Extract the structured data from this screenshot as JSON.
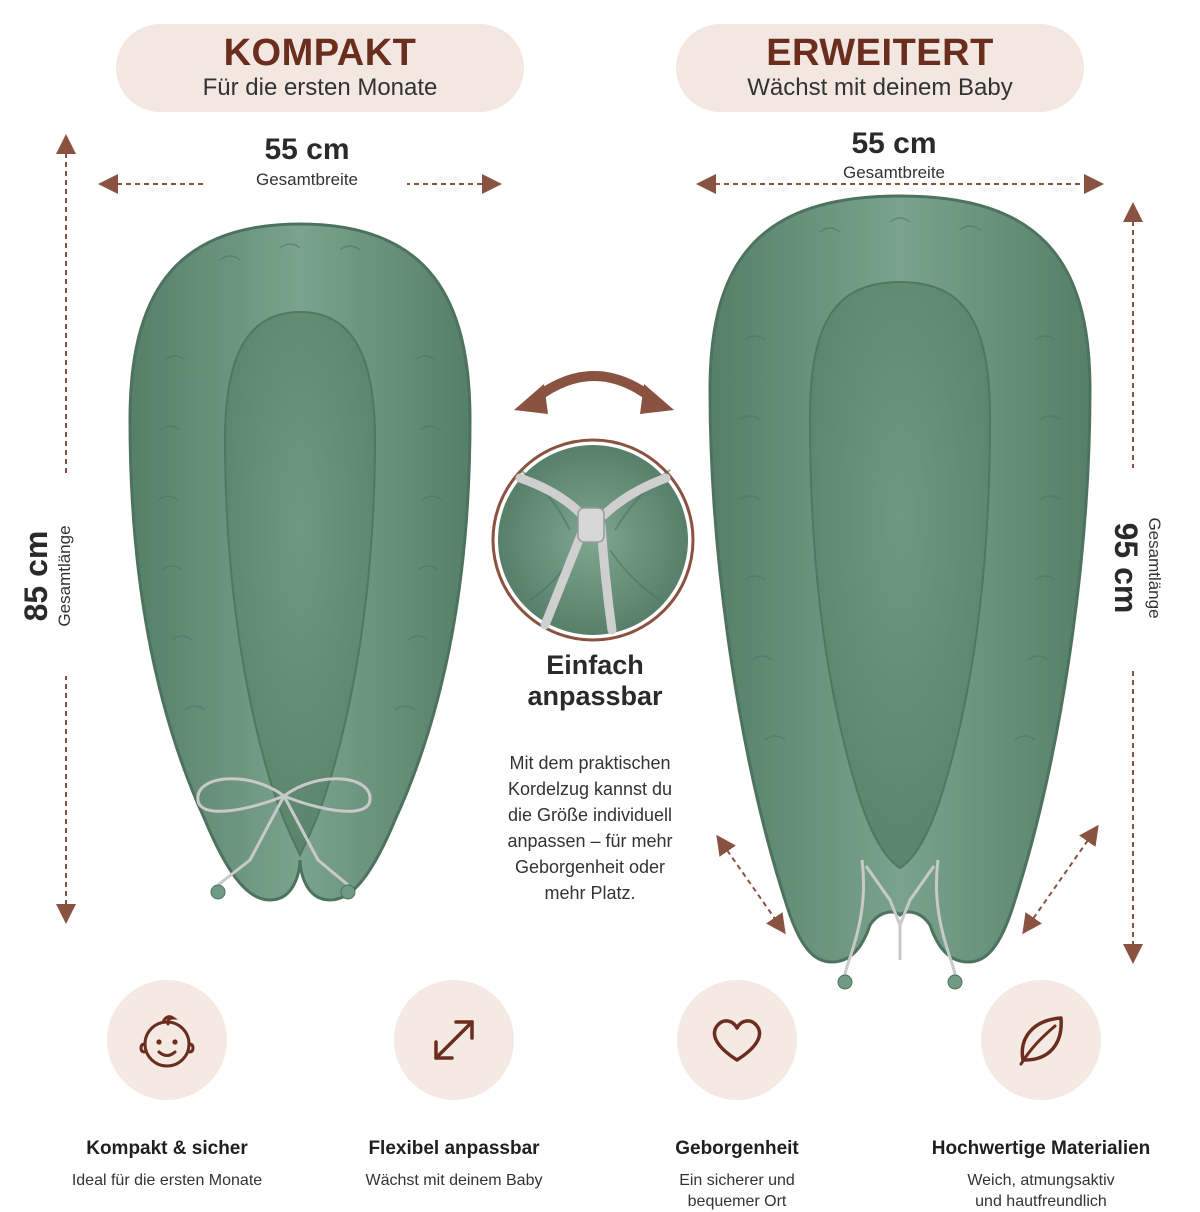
{
  "left_header": {
    "title": "KOMPAKT",
    "subtitle": "Für die ersten Monate"
  },
  "right_header": {
    "title": "ERWEITERT",
    "subtitle": "Wächst mit deinem Baby"
  },
  "left_width": {
    "value": "55 cm",
    "label": "Gesamtbreite"
  },
  "right_width": {
    "value": "55 cm",
    "label": "Gesamtbreite"
  },
  "left_length": {
    "value": "85 cm",
    "label": "Gesamtlänge"
  },
  "right_length": {
    "value": "95 cm",
    "label": "Gesamtlänge"
  },
  "center": {
    "title_line1": "Einfach",
    "title_line2": "anpassbar",
    "body_lines": [
      "Mit dem praktischen",
      "Kordelzug kannst du",
      "die Größe individuell",
      "anpassen – für mehr",
      "Geborgenheit oder",
      "mehr Platz."
    ]
  },
  "features": [
    {
      "icon": "baby-face-icon",
      "title": "Kompakt & sicher",
      "lines": [
        "Ideal für die ersten Monate"
      ]
    },
    {
      "icon": "resize-arrows-icon",
      "title": "Flexibel anpassbar",
      "lines": [
        "Wächst mit deinem Baby"
      ]
    },
    {
      "icon": "heart-icon",
      "title": "Geborgenheit",
      "lines": [
        "Ein sicherer und",
        "bequemer Ort"
      ]
    },
    {
      "icon": "leaf-icon",
      "title": "Hochwertige Materialien",
      "lines": [
        "Weich, atmungsaktiv",
        "und hautfreundlich"
      ]
    }
  ],
  "colors": {
    "accent_brown": "#6b2d1e",
    "arrow_brown": "#8a5240",
    "pill_bg": "#f2e7e1",
    "nest_green": "#6f9a83",
    "nest_inner": "#5f8b72",
    "cord_grey": "#c9c9c9"
  }
}
